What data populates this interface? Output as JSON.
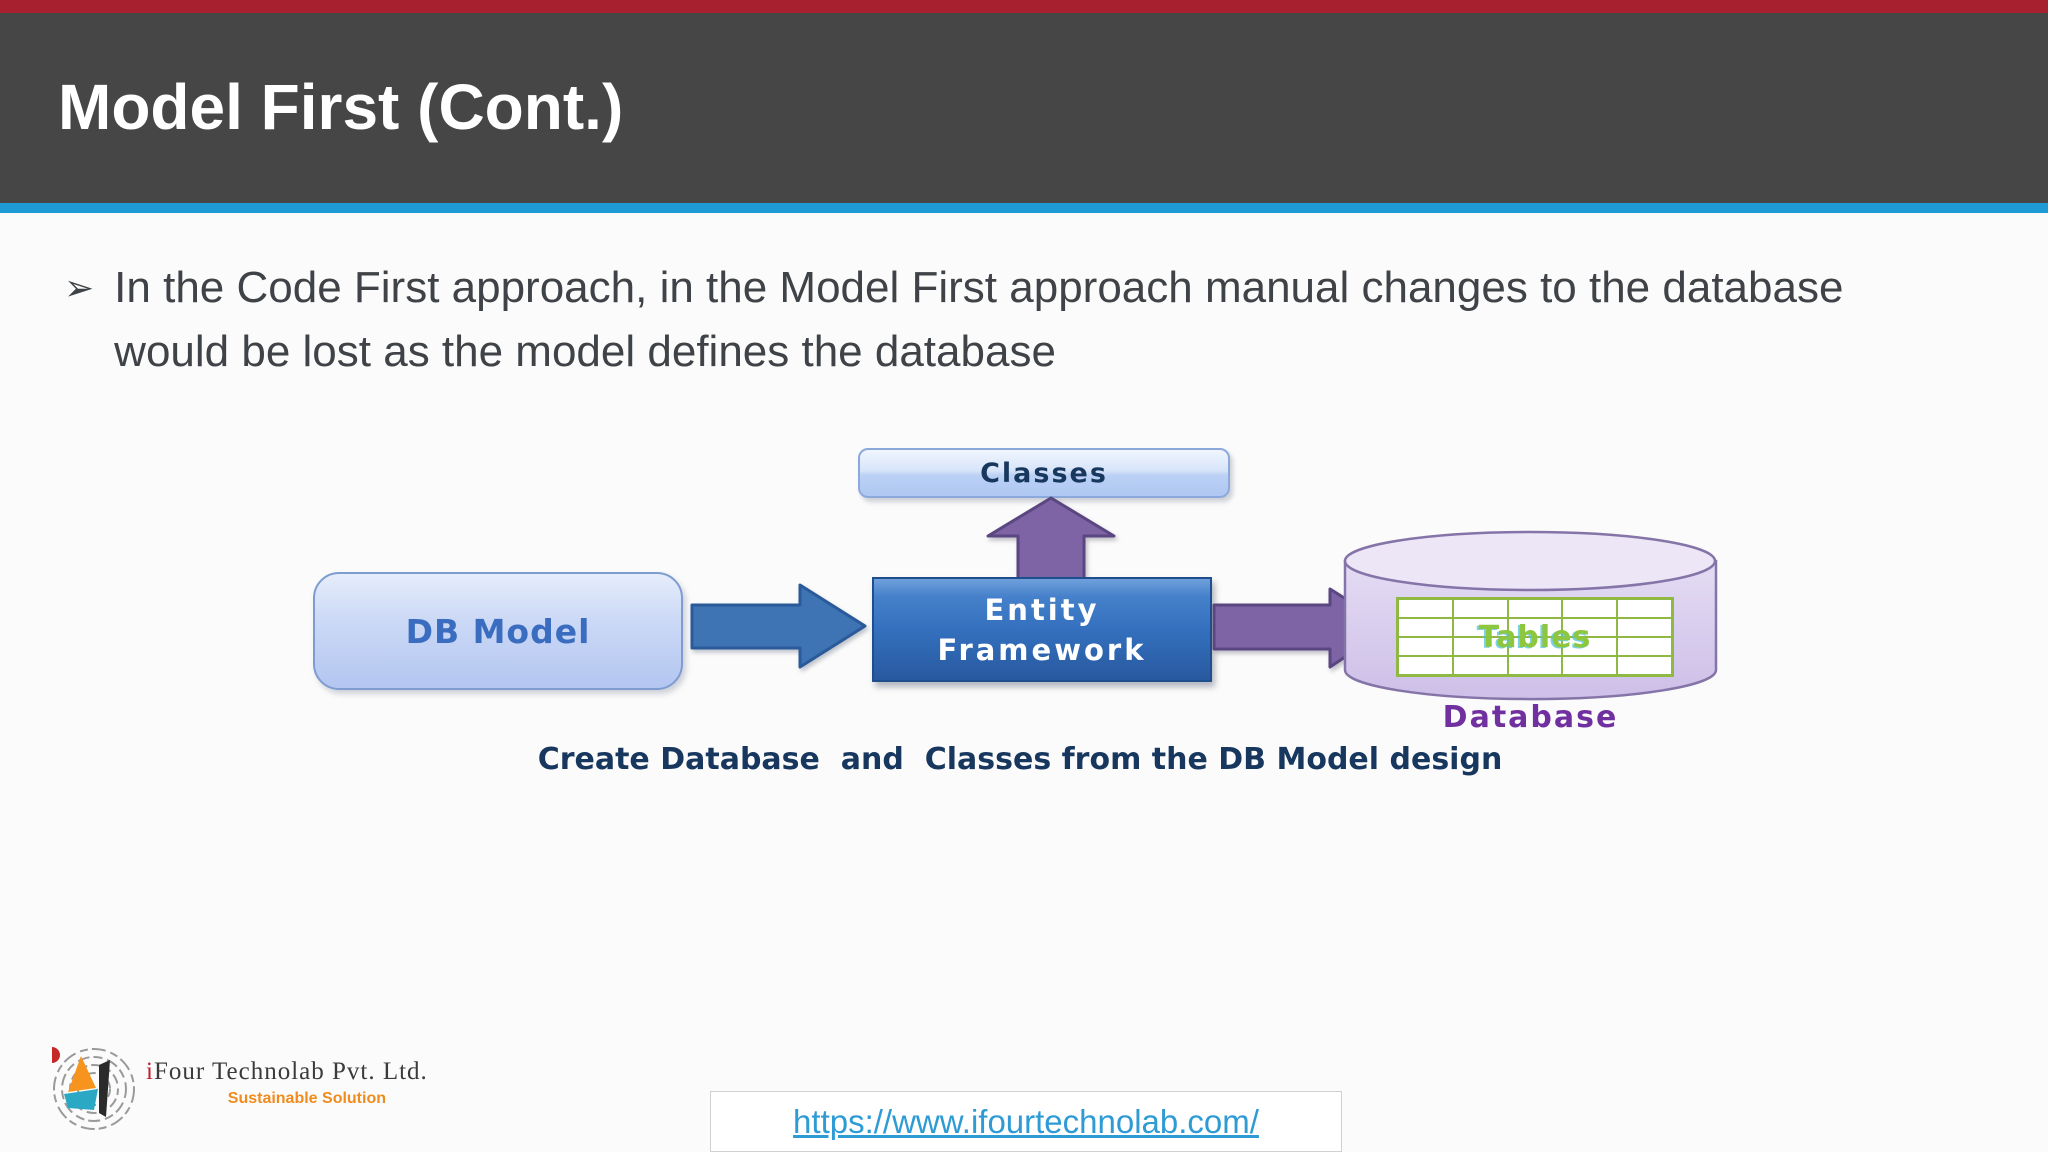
{
  "header": {
    "title": "Model First (Cont.)"
  },
  "content": {
    "bullet_glyph": "➢",
    "bullet_text_line1": "In the Code First approach, in the Model First approach manual changes to the database",
    "bullet_text_line2": "would be lost as the model defines the database"
  },
  "diagram": {
    "classes_box_label": "Classes",
    "db_model_box_label": "DB Model",
    "entity_framework_line1": "Entity",
    "entity_framework_line2": "Framework",
    "tables_label": "Tables",
    "database_label": "Database",
    "caption": "Create Database  and  Classes from the DB Model design"
  },
  "footer": {
    "company_initial": "i",
    "company_name_rest": "Four Technolab Pvt. Ltd.",
    "tagline": "Sustainable Solution",
    "website_link": "https://www.ifourtechnolab.com/"
  },
  "colors": {
    "top_bar_red": "#A6202F",
    "header_gray": "#464646",
    "accent_blue": "#1E9AD6",
    "body_text": "#3F4347",
    "classes_text": "#17375E",
    "db_model_text": "#3A6CC0",
    "entity_framework_box": "#3470BE",
    "blue_arrow": "#3E74B4",
    "purple_arrow": "#7E64A4",
    "cylinder_lavender": "#D7CBEC",
    "grid_green": "#8FB942",
    "tables_text": "#8DC63F",
    "database_text": "#7030A0",
    "caption_text": "#17375E",
    "link_blue": "#2E9BD5",
    "tagline_orange": "#F08C1E",
    "brand_initial_red": "#C11F2E"
  }
}
